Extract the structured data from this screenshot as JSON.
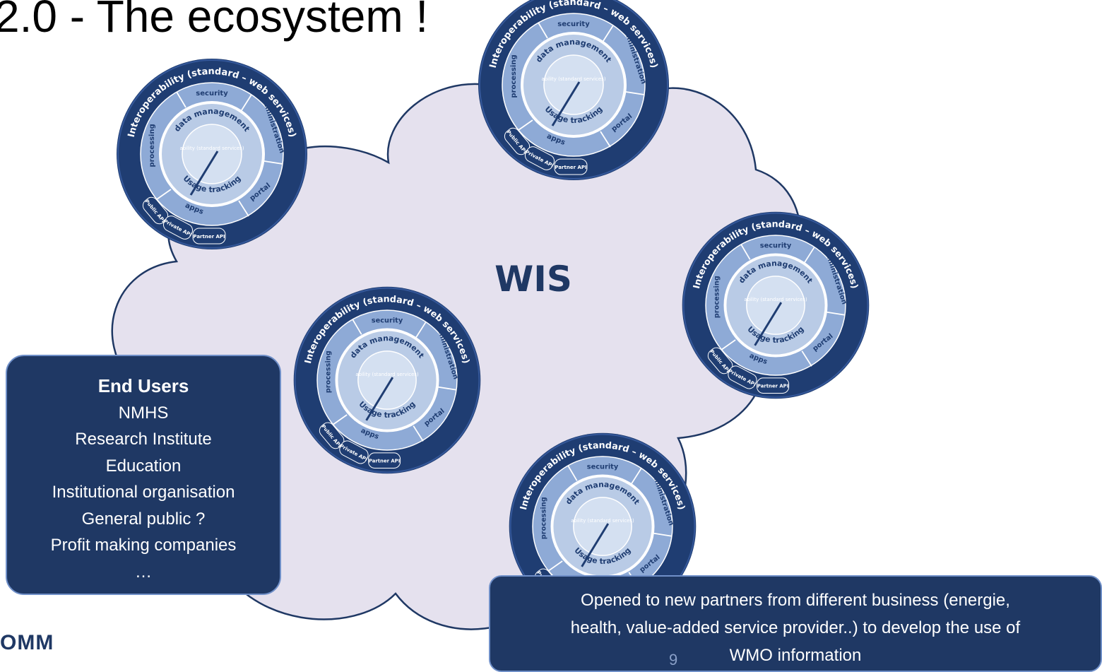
{
  "slide": {
    "title": "2.0 - The ecosystem !",
    "cloud_label": "WIS",
    "page_number": "9",
    "logo_text": "OMM"
  },
  "wheel": {
    "outer_ring": "Interoperability (standard – web services)",
    "sectors": {
      "security": "security",
      "administration": "administration",
      "portal": "portal",
      "apps": "apps",
      "processing": "processing"
    },
    "inner_top": "data management",
    "inner_bottom": "Usage tracking",
    "core_text": "ability (standard services)",
    "api_tabs": [
      "Public API",
      "Private API",
      "Partner API"
    ]
  },
  "end_users": {
    "heading": "End Users",
    "items": [
      "NMHS",
      "Research Institute",
      "Education",
      "Institutional organisation",
      "General public ?",
      "Profit making companies",
      "…"
    ]
  },
  "partners_note": {
    "lines": [
      "Opened to new partners from different business (energie,",
      "health, value-added service provider..) to develop the use  of",
      "WMO information"
    ]
  },
  "colors": {
    "cloud_fill": "#e5e1ee",
    "cloud_stroke": "#1f3864",
    "wheel_dark": "#1f3d72",
    "wheel_mid": "#8eaad6",
    "wheel_light": "#b9cbe6",
    "box_fill": "#1f3864"
  }
}
